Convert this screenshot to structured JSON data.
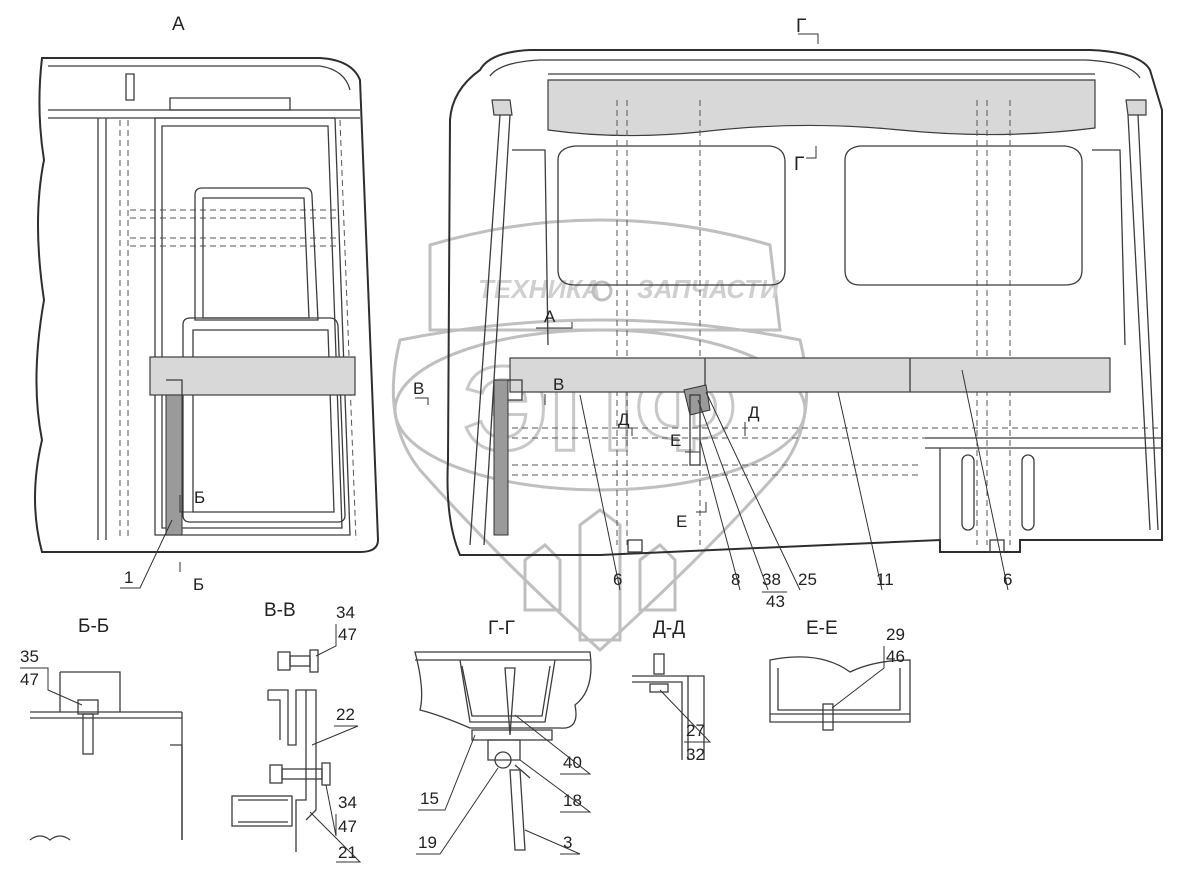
{
  "views": {
    "view_a": "А",
    "view_g": "Г",
    "section_bb": "Б-Б",
    "section_vv": "В-В",
    "section_gg": "Г-Г",
    "section_dd": "Д-Д",
    "section_ee": "Е-Е"
  },
  "section_marks": {
    "b": "Б",
    "v": "В",
    "d": "Д",
    "e": "Е",
    "g": "Г",
    "a": "А"
  },
  "callouts": {
    "c1": "1",
    "c6a": "6",
    "c8": "8",
    "c38": "38",
    "c43": "43",
    "c25": "25",
    "c11": "11",
    "c6b": "6",
    "c35": "35",
    "c47a": "47",
    "c34a": "34",
    "c47b": "47",
    "c22": "22",
    "c34b": "34",
    "c47c": "47",
    "c21": "21",
    "c40": "40",
    "c15": "15",
    "c18": "18",
    "c19": "19",
    "c3": "3",
    "c27": "27",
    "c32": "32",
    "c29": "29",
    "c46": "46"
  },
  "watermark": {
    "left_word": "ТЕХНИКА",
    "right_word": "ЗАПЧАСТИ",
    "logo_letters": "ЭПФ"
  },
  "colors": {
    "line": "#3c3c3c",
    "watermark": "#bfbfbf",
    "background": "#ffffff"
  }
}
